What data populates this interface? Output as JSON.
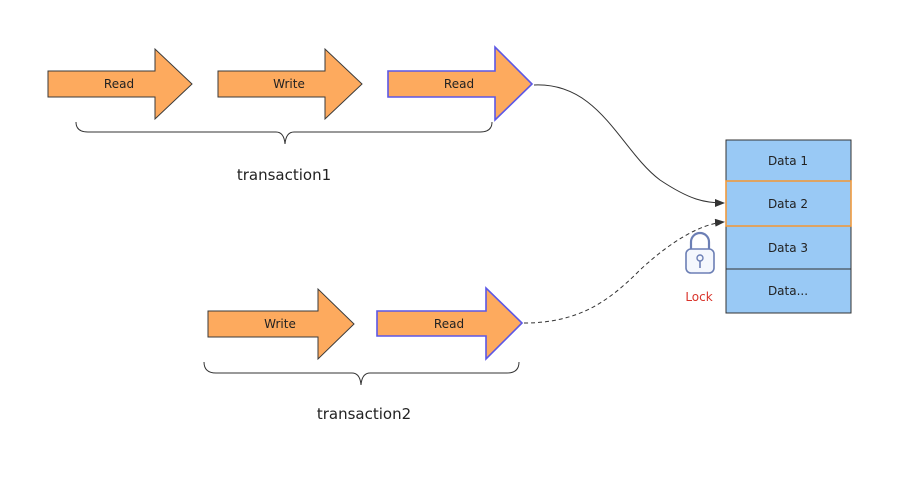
{
  "colors": {
    "arrow_fill": "#fdaa5e",
    "arrow_stroke": "#3a3a3a",
    "highlight_stroke": "#5b57e6",
    "cell_fill": "#99c9f5",
    "cell_highlight_stroke": "#f09a3e",
    "lock_color": "#d9342b"
  },
  "transaction1": {
    "label": "transaction1",
    "ops": [
      "Read",
      "Write",
      "Read"
    ]
  },
  "transaction2": {
    "label": "transaction2",
    "ops": [
      "Write",
      "Read"
    ]
  },
  "data_table": {
    "cells": [
      "Data 1",
      "Data 2",
      "Data 3",
      "Data..."
    ]
  },
  "lock": {
    "label": "Lock",
    "icon": "padlock-icon"
  }
}
